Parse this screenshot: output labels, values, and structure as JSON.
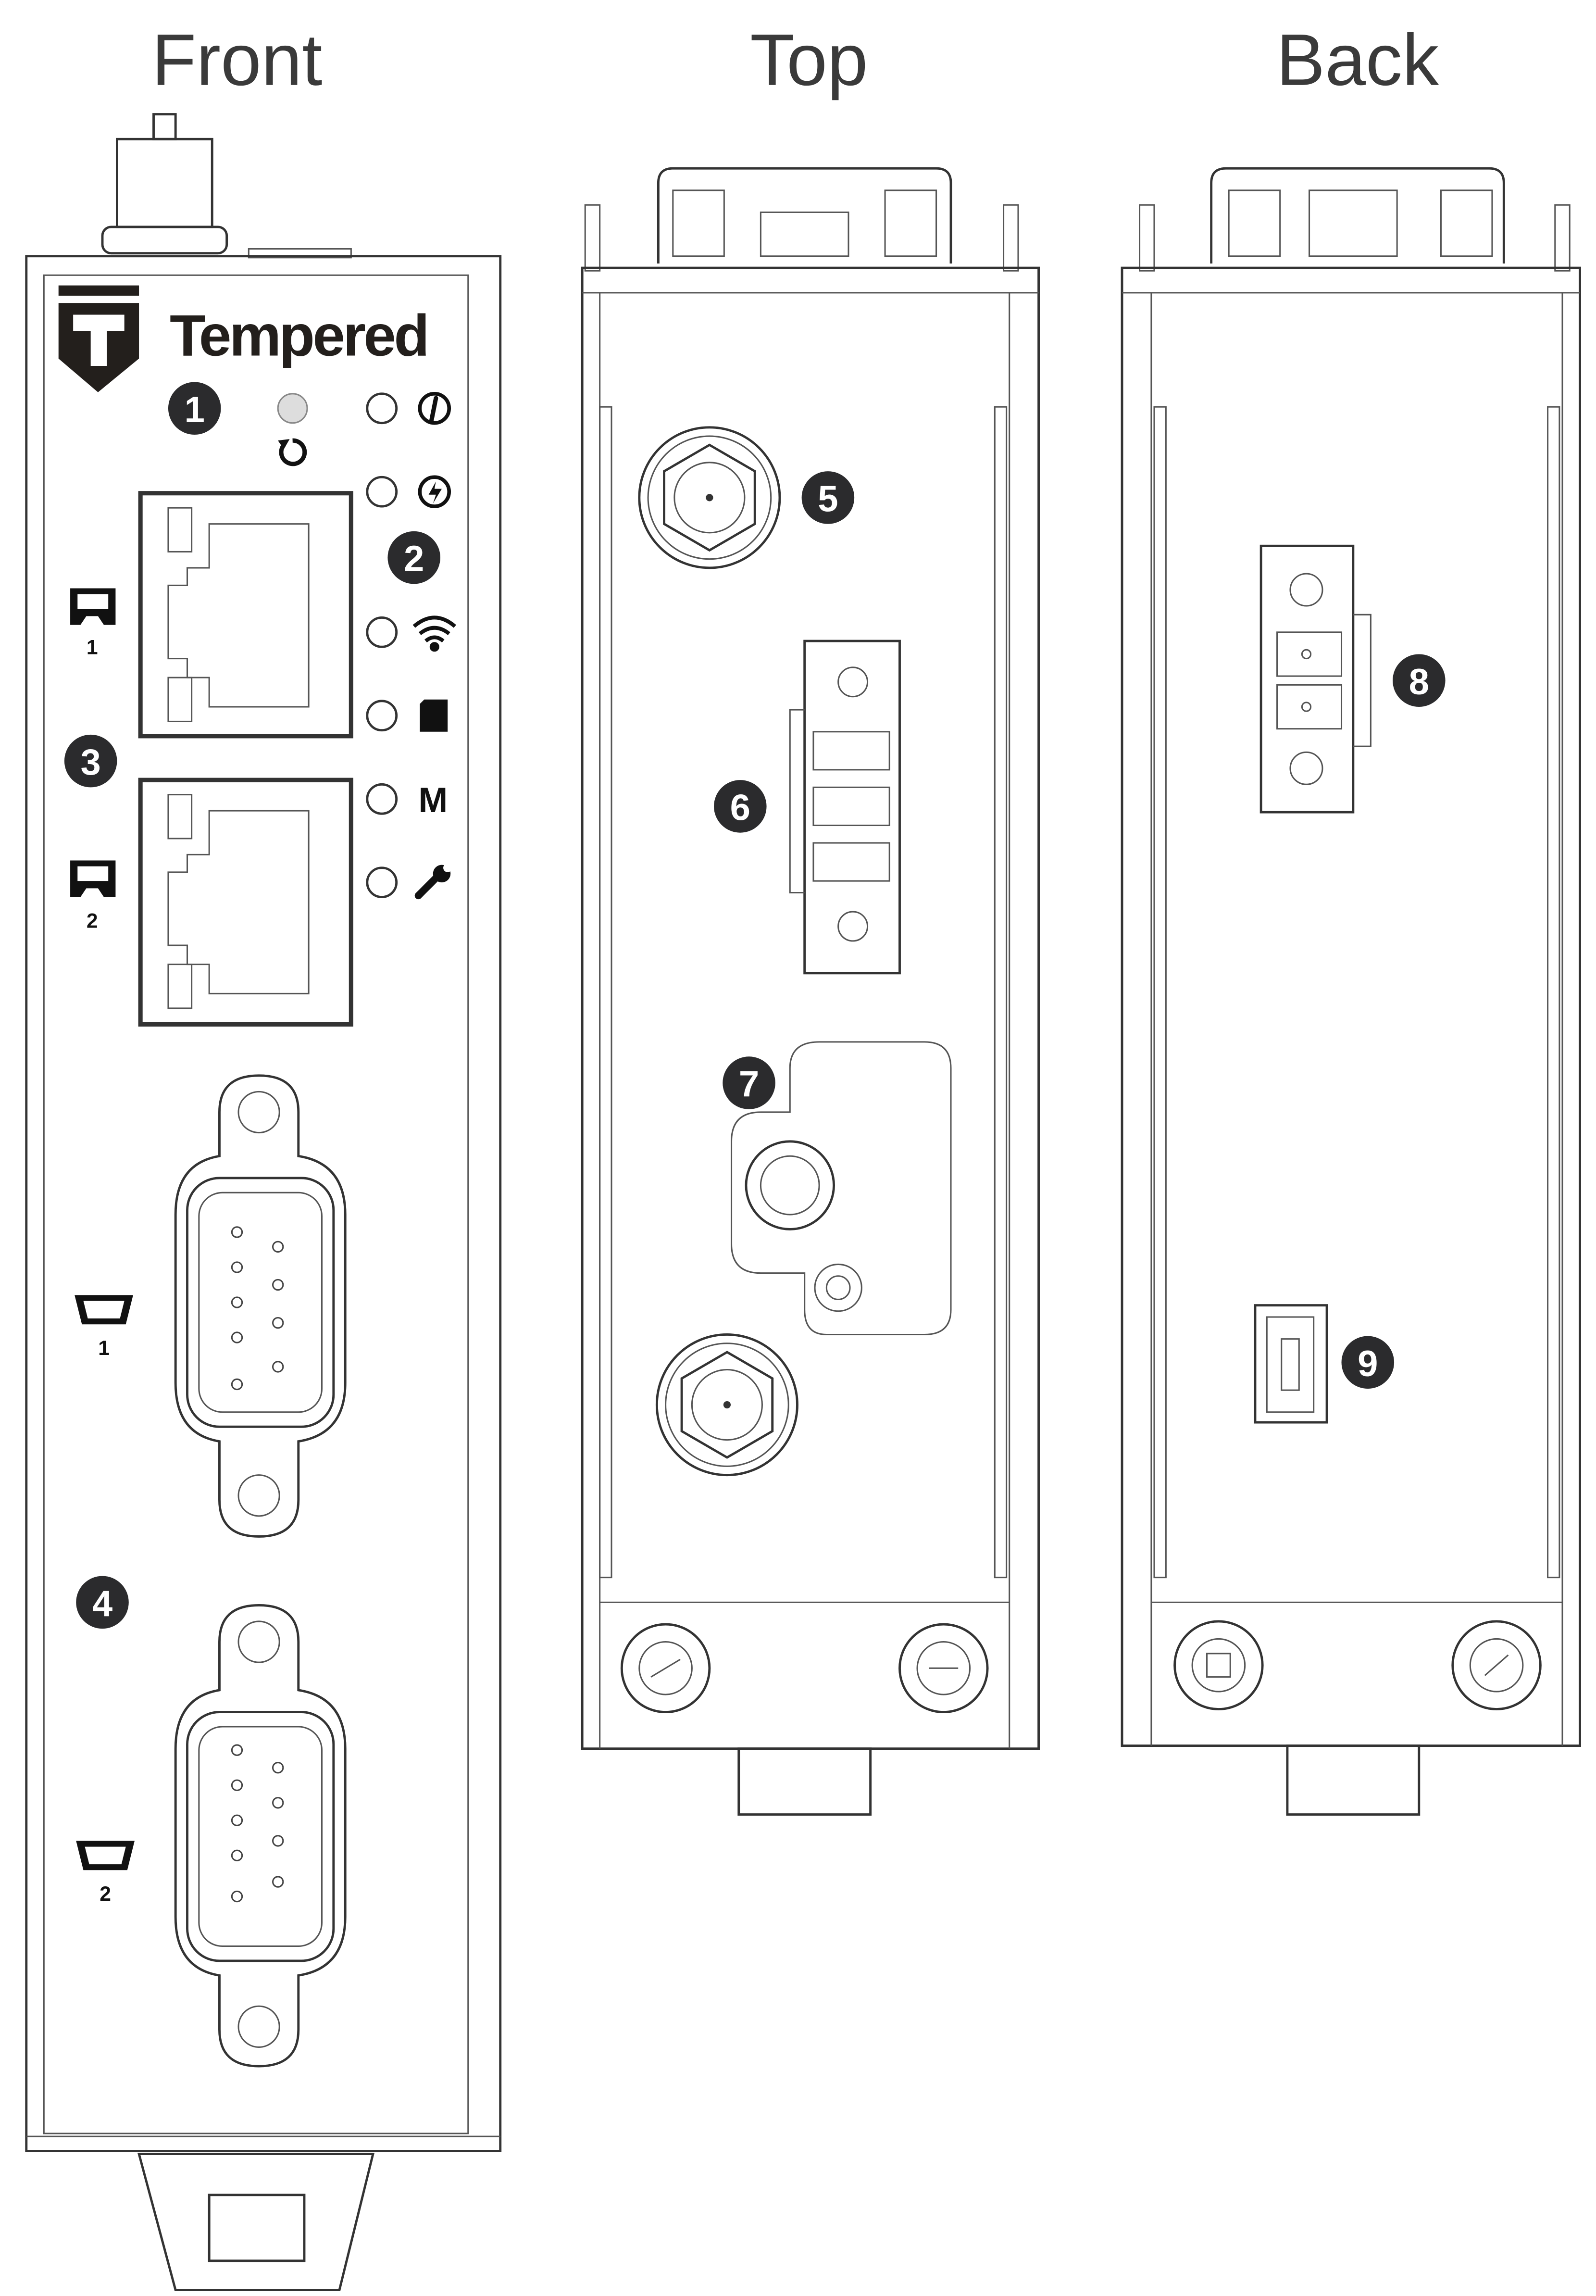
{
  "views": {
    "front": "Front",
    "top": "Top",
    "back": "Back"
  },
  "brand": "Tempered",
  "badges": [
    "1",
    "2",
    "3",
    "4",
    "5",
    "6",
    "7",
    "8",
    "9"
  ],
  "ports": {
    "eth1": "1",
    "eth2": "2",
    "serial1": "1",
    "serial2": "2"
  },
  "led_icons": [
    "info-icon",
    "power-icon",
    "wifi-icon",
    "sd-card-icon",
    "M",
    "wrench-icon"
  ],
  "led_m_label": "M"
}
